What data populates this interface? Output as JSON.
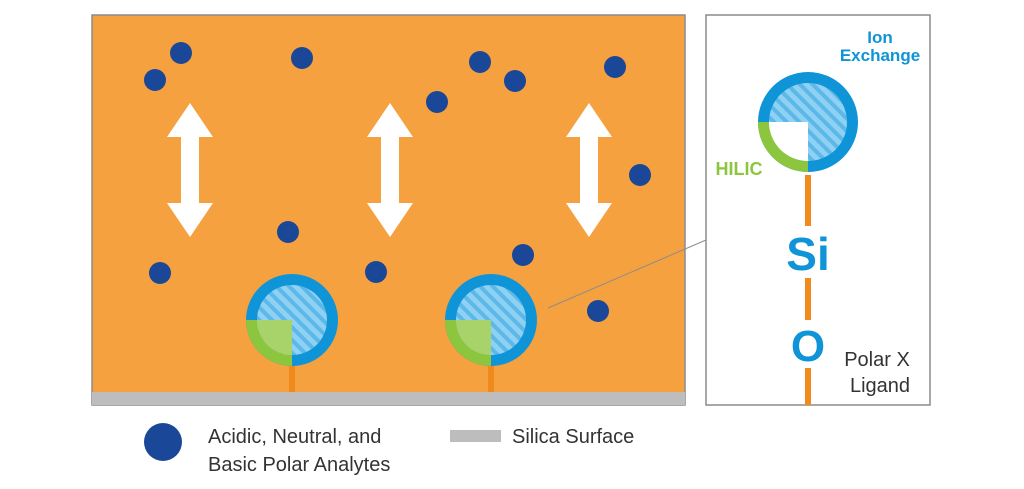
{
  "colors": {
    "orange": "#F6A13F",
    "panel_border": "#8C8C8C",
    "silica": "#BDBDBD",
    "analyte": "#1A4797",
    "ion_exchange": "#0F94D8",
    "ion_exchange_light": "#8FD1F2",
    "hilic": "#8CC63F",
    "stem": "#F08A1D",
    "arrow": "#FFFFFF",
    "text_dark": "#333333"
  },
  "icons": {
    "analyte": "analyte-dot-icon",
    "movement": "double-arrow-icon",
    "ligand": "polar-ligand-icon",
    "silica": "silica-bar-icon"
  },
  "inset": {
    "ion_exchange_label_line1": "Ion",
    "ion_exchange_label_line2": "Exchange",
    "hilic_label": "HILIC",
    "si_label": "Si",
    "o_label": "O",
    "polar_x_label_line1": "Polar X",
    "polar_x_label_line2": "Ligand"
  },
  "legend": {
    "analytes_line1": "Acidic, Neutral, and",
    "analytes_line2": "Basic Polar Analytes",
    "silica_label": "Silica Surface"
  }
}
